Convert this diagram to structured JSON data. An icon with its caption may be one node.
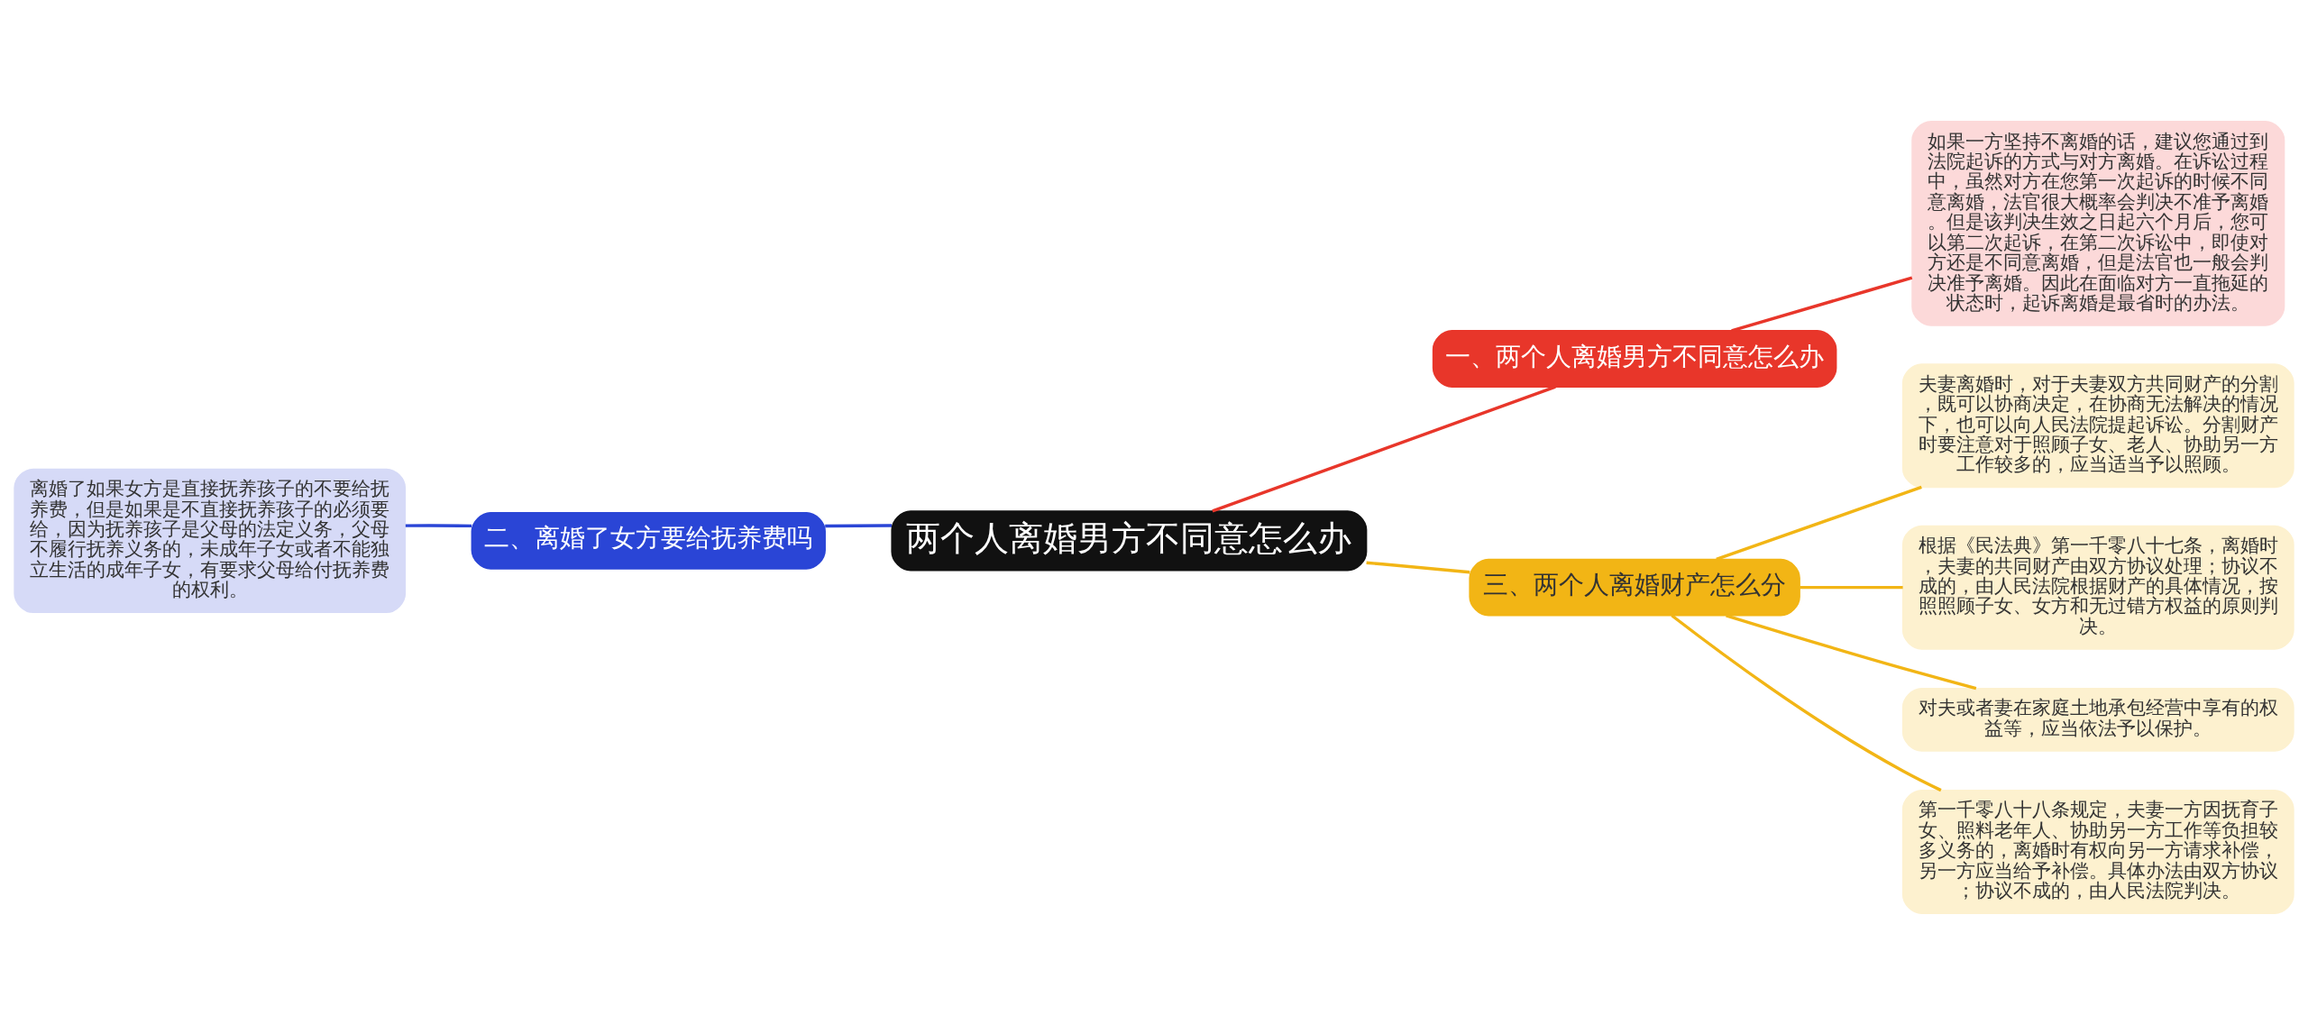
{
  "diagram": {
    "nodes": [
      {
        "text": [
          "两个人离婚男方不同意怎么办"
        ]
      },
      {
        "text": [
          "一、两个人离婚男方不同意怎么办"
        ]
      },
      {
        "text": [
          "如果一方坚持不离婚的话，建议您通过到法院起诉的方式与对方离婚。在诉讼过程中，虽然对方在您第一次起诉的时候不同意离婚，法官很大概率会判决不准予离婚。但是该判决生效之日起六个月后，您可以第二次起诉，在第二次诉讼中，即使对方还是不同意离婚，但是法官也一般会判决准予离婚。因此在面临对方一直拖延的状态时，起诉离婚是最省时的办法。"
        ]
      },
      {
        "text": [
          "二、离婚了女方要给抚养费吗"
        ]
      },
      {
        "text": [
          "离婚了如果女方是直接抚养孩子的不要给抚养费，但是如果是不直接抚养孩子的必须要给，因为抚养孩子是父母的法定义务，父母不履行抚养义务的，未成年子女或者不能独立生活的成年子女，有要求父母给付抚养费的权利。"
        ]
      },
      {
        "text": [
          "三、两个人离婚财产怎么分"
        ]
      },
      {
        "text": [
          "夫妻离婚时，对于夫妻双方共同财产的分割，既可以协商决定，在协商无法解决的情况下，也可以向人民法院提起诉讼。分割财产时要注意对于照顾子女、老人、协助另一方工作较多的，应当适当予以照顾。"
        ]
      },
      {
        "text": [
          "根据《民法典》第一千零八十七条，离婚时，夫妻的共同财产由双方协议处理；协议不成的，由人民法院根据财产的具体情况，按照照顾子女、女方和无过错方权益的原则判决。"
        ]
      },
      {
        "text": [
          "对夫或者妻在家庭土地承包经营中享有的权益等，应当依法予以保护。"
        ]
      },
      {
        "text": [
          "第一千零八十八条规定，夫妻一方因抚育子女、照料老年人、协助另一方工作等负担较多义务的，离婚时有权向另一方请求补偿，另一方应当给予补偿。具体办法由双方协议；协议不成的，由人民法院判决。"
        ]
      }
    ],
    "edges": [
      {
        "from": 0,
        "to": 1,
        "arrow": "none",
        "color": "#e8362a"
      },
      {
        "from": 1,
        "to": 2,
        "arrow": "none",
        "color": "#e8362a"
      },
      {
        "from": 0,
        "to": 3,
        "arrow": "none",
        "color": "#2a45d6"
      },
      {
        "from": 3,
        "to": 4,
        "arrow": "none",
        "color": "#2a45d6"
      },
      {
        "from": 0,
        "to": 5,
        "arrow": "none"
      },
      {
        "from": 5,
        "to": 6,
        "arrow": "none"
      },
      {
        "from": 5,
        "to": 7,
        "arrow": "none"
      },
      {
        "from": 5,
        "to": 8,
        "arrow": "none"
      },
      {
        "from": 5,
        "to": 9,
        "arrow": "none"
      }
    ]
  }
}
